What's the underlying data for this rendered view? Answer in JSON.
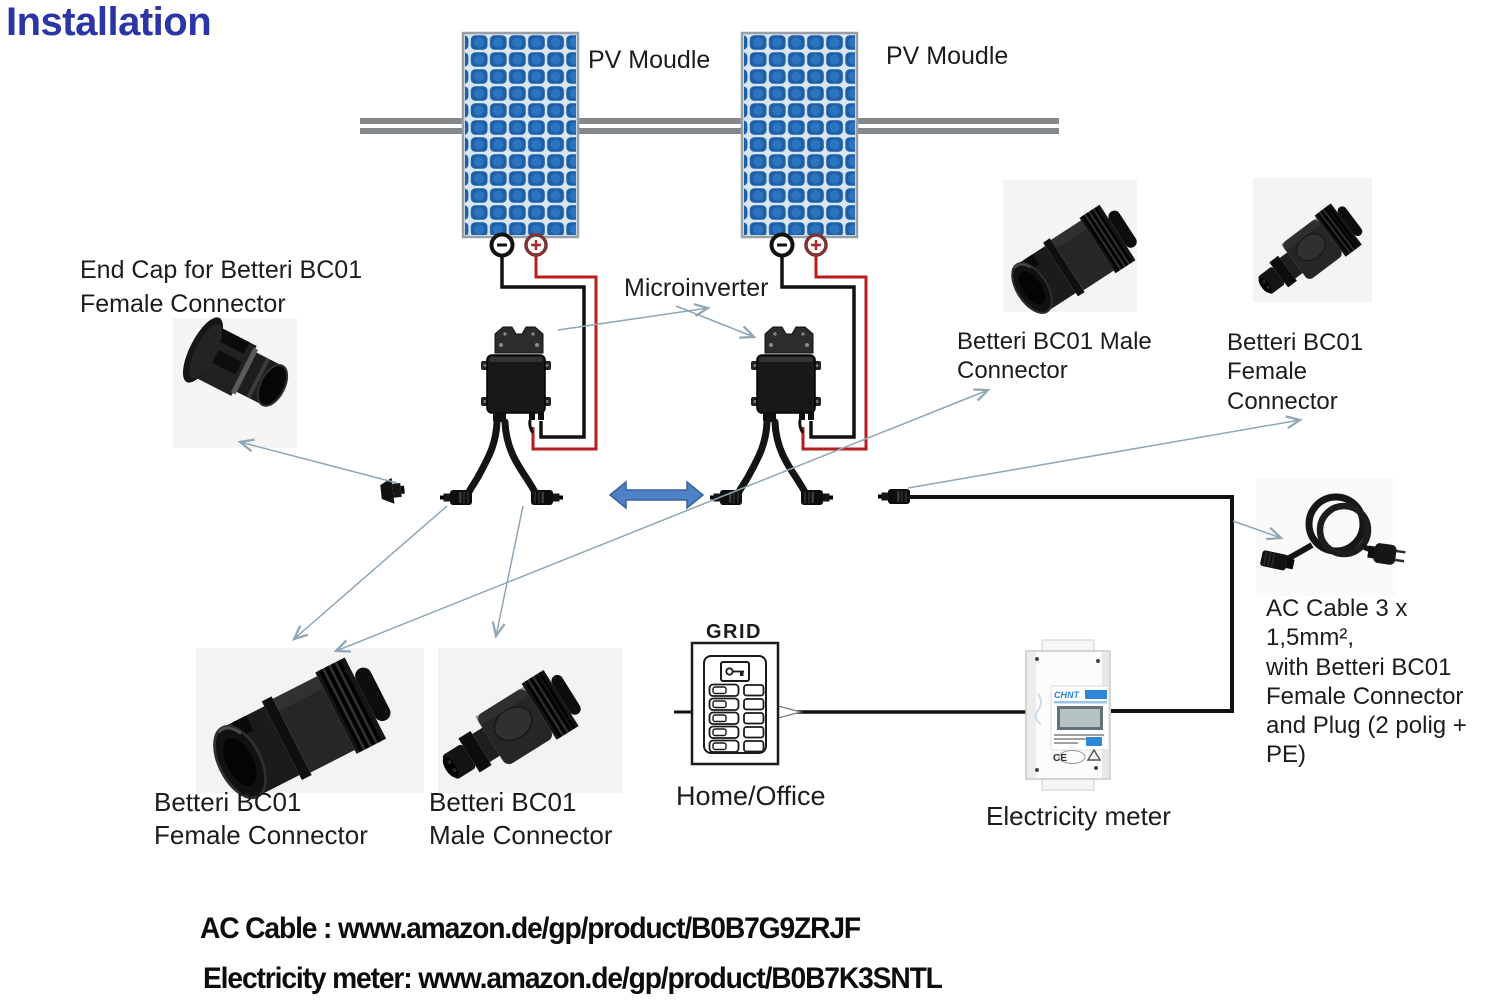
{
  "title": "Installation",
  "colors": {
    "title_blue": "#2b35a5",
    "wire_black": "#111111",
    "wire_red": "#b71c1f",
    "rail_gray": "#85898c",
    "panel_cell_blue": "#1f5fa8",
    "panel_bg": "#d7e7f2",
    "thin_arrow": "#8fa6b6",
    "double_arrow_fill": "#4f81c7",
    "double_arrow_stroke": "#38629e"
  },
  "diagram": {
    "pv_module_1_label": "PV Moudle",
    "pv_module_2_label": "PV Moudle",
    "microinverter_label": "Microinverter",
    "grid_label": "GRID",
    "home_office_label": "Home/Office",
    "electricity_meter_label": "Electricity meter"
  },
  "callouts": {
    "end_cap": "End Cap for Betteri BC01\nFemale Connector",
    "male_top": "Betteri BC01 Male\nConnector",
    "female_top": "Betteri BC01\nFemale\nConnector",
    "female_bottom": "Betteri BC01\nFemale Connector",
    "male_bottom": "Betteri BC01\nMale Connector",
    "ac_cable": "AC Cable 3 x 1,5mm²,\nwith Betteri BC01\nFemale Connector\nand Plug (2 polig +\nPE)"
  },
  "meter": {
    "brand": "CHNT",
    "ce_mark": "CE"
  },
  "footer": {
    "ac_cable_line": "AC Cable : www.amazon.de/gp/product/B0B7G9ZRJF",
    "meter_line": "Electricity meter: www.amazon.de/gp/product/B0B7K3SNTL"
  }
}
